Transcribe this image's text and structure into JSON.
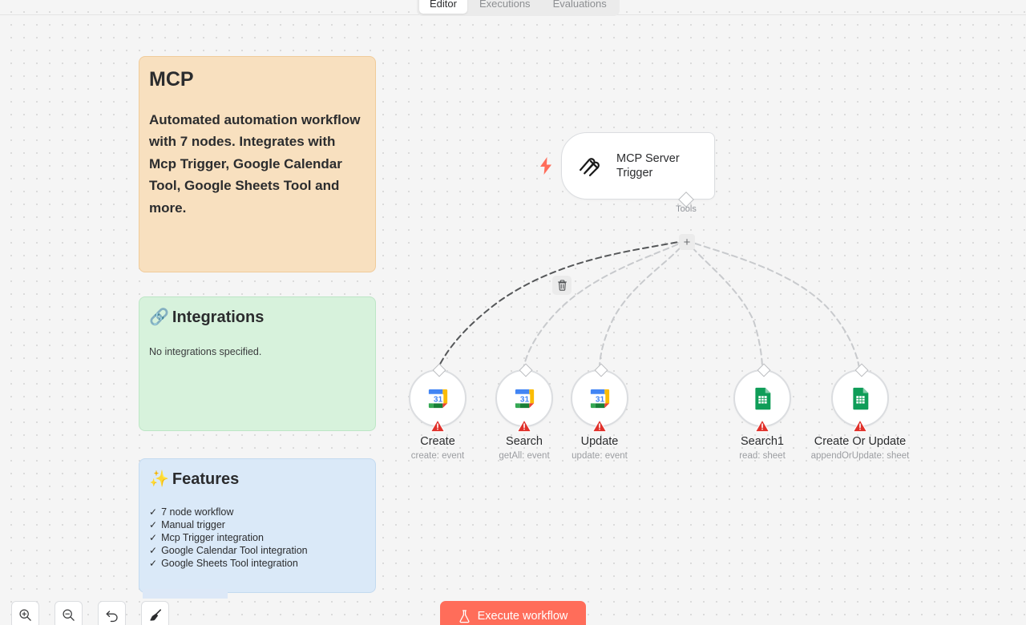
{
  "header": {
    "tabs": [
      {
        "label": "Editor",
        "active": true
      },
      {
        "label": "Executions",
        "active": false
      },
      {
        "label": "Evaluations",
        "active": false
      }
    ]
  },
  "colors": {
    "canvas_bg": "#f5f5f5",
    "grid_dot": "#d6d6d6",
    "sticky_orange": "#f8e0bf",
    "sticky_green": "#d7f2dc",
    "sticky_blue": "#dae9f8",
    "accent_execute": "#ff6d5a",
    "trigger_bolt": "#ff6d5a",
    "warning_red": "#e0302a",
    "connection_active": "#555759",
    "connection_idle": "#c8cacd",
    "gcal_blue": "#1a73e8",
    "gsheets_green": "#0f9d58"
  },
  "sticky_notes": [
    {
      "id": "mcp",
      "title": "MCP",
      "body": "Automated automation workflow with 7 nodes. Integrates with Mcp Trigger, Google Calendar Tool, Google Sheets Tool and more."
    },
    {
      "id": "integrations",
      "icon": "🔗",
      "title": "Integrations",
      "body": "No integrations specified."
    },
    {
      "id": "features",
      "icon": "✨",
      "title": "Features",
      "items": [
        "7 node workflow",
        "Manual trigger",
        "Mcp Trigger integration",
        "Google Calendar Tool integration",
        "Google Sheets Tool integration"
      ]
    }
  ],
  "trigger_node": {
    "label": "MCP Server Trigger",
    "icon": "mcp-logo-icon",
    "bolt_icon": "lightning-bolt-icon",
    "output_port_label": "Tools",
    "add_button_label": "+"
  },
  "connection_delete": {
    "icon": "trash-icon"
  },
  "tool_nodes": [
    {
      "name": "Create",
      "subtitle": "create: event",
      "icon": "google-calendar-icon",
      "has_warning": true
    },
    {
      "name": "Search",
      "subtitle": "getAll: event",
      "icon": "google-calendar-icon",
      "has_warning": true
    },
    {
      "name": "Update",
      "subtitle": "update: event",
      "icon": "google-calendar-icon",
      "has_warning": true
    },
    {
      "name": "Search1",
      "subtitle": "read: sheet",
      "icon": "google-sheets-icon",
      "has_warning": true
    },
    {
      "name": "Create Or Update",
      "subtitle": "appendOrUpdate: sheet",
      "icon": "google-sheets-icon",
      "has_warning": true
    }
  ],
  "toolbar": {
    "buttons": [
      {
        "name": "zoom-in",
        "icon": "zoom-in-icon"
      },
      {
        "name": "zoom-out",
        "icon": "zoom-out-icon"
      },
      {
        "name": "undo",
        "icon": "undo-icon"
      },
      {
        "name": "tidy-up",
        "icon": "broom-icon"
      }
    ]
  },
  "execute": {
    "label": "Execute workflow",
    "icon": "flask-icon"
  }
}
